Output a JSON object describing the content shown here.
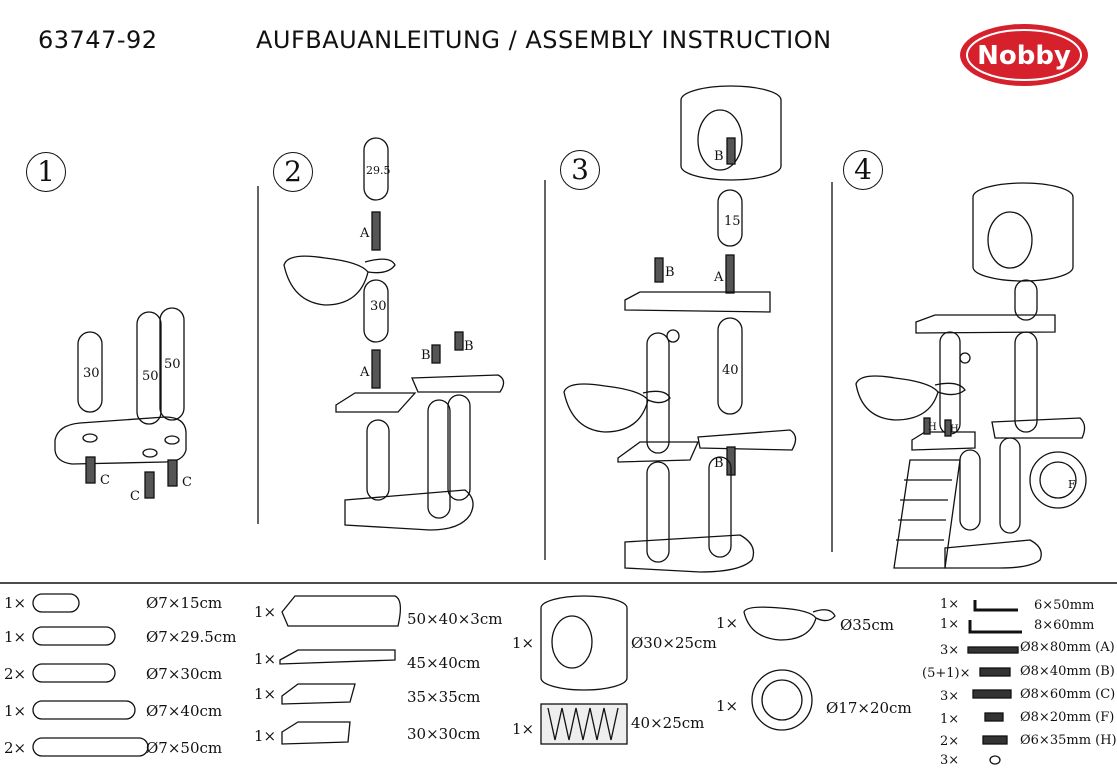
{
  "header": {
    "code": "63747-92",
    "title": "AUFBAUANLEITUNG  /  ASSEMBLY INSTRUCTION",
    "brand": "Nobby"
  },
  "steps": [
    "1",
    "2",
    "3",
    "4"
  ],
  "step1": {
    "labels": [
      "30",
      "50",
      "50",
      "C",
      "C",
      "C"
    ]
  },
  "step2": {
    "labels": [
      "29.5",
      "A",
      "30",
      "A",
      "B",
      "B"
    ]
  },
  "step3": {
    "labels": [
      "B",
      "15",
      "A",
      "B",
      "40",
      "B"
    ]
  },
  "step4": {
    "labels": [
      "H",
      "H",
      "F"
    ]
  },
  "parts": {
    "posts": [
      {
        "qty": "1×",
        "dim": "Ø7×15cm"
      },
      {
        "qty": "1×",
        "dim": "Ø7×29.5cm"
      },
      {
        "qty": "2×",
        "dim": "Ø7×30cm"
      },
      {
        "qty": "1×",
        "dim": "Ø7×40cm"
      },
      {
        "qty": "2×",
        "dim": "Ø7×50cm"
      }
    ],
    "boards": [
      {
        "qty": "1×",
        "dim": "50×40×3cm"
      },
      {
        "qty": "1×",
        "dim": "45×40cm"
      },
      {
        "qty": "1×",
        "dim": "35×35cm"
      },
      {
        "qty": "1×",
        "dim": "30×30cm"
      }
    ],
    "misc": [
      {
        "qty": "1×",
        "dim": "Ø30×25cm"
      },
      {
        "qty": "1×",
        "dim": "40×25cm"
      },
      {
        "qty": "1×",
        "dim": "Ø35cm"
      },
      {
        "qty": "1×",
        "dim": "Ø17×20cm"
      }
    ],
    "hardware": [
      {
        "qty": "1×",
        "dim": "6×50mm"
      },
      {
        "qty": "1×",
        "dim": "8×60mm"
      },
      {
        "qty": "3×",
        "dim": "Ø8×80mm (A)"
      },
      {
        "qty": "(5+1)×",
        "dim": "Ø8×40mm (B)"
      },
      {
        "qty": "3×",
        "dim": "Ø8×60mm (C)"
      },
      {
        "qty": "1×",
        "dim": "Ø8×20mm  (F)"
      },
      {
        "qty": "2×",
        "dim": "Ø6×35mm (H)"
      },
      {
        "qty": "3×",
        "dim": ""
      }
    ]
  }
}
